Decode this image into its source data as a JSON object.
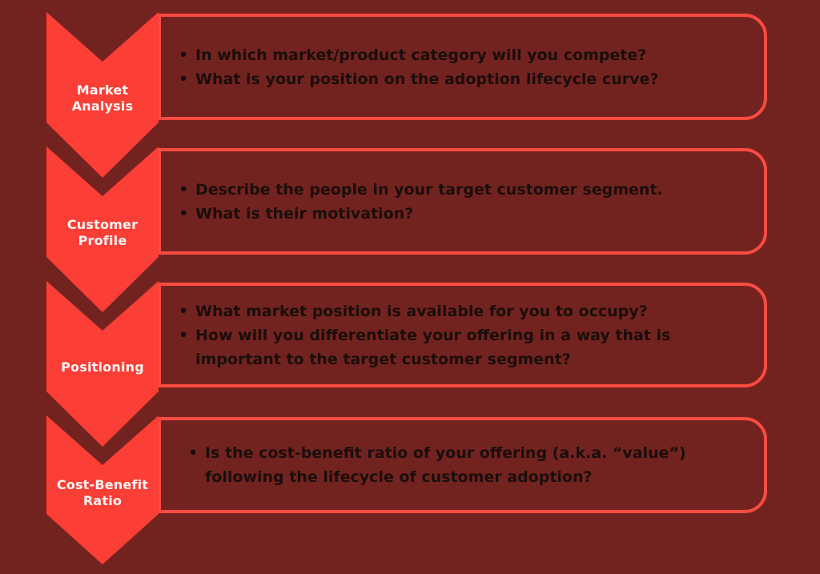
{
  "colors": {
    "background": "#73231F",
    "chevron": "#FB3E36",
    "box_border": "#FB4B41",
    "label_text": "#FFF6F4",
    "bullet_text": "#1A0E0C"
  },
  "bullet_glyph": "•",
  "steps": [
    {
      "label": "Market Analysis",
      "bullets": [
        {
          "lines": [
            "In which market/product category will you compete?"
          ]
        },
        {
          "lines": [
            "What is your position on the adoption lifecycle curve?"
          ]
        }
      ]
    },
    {
      "label": "Customer Profile",
      "bullets": [
        {
          "lines": [
            "Describe the people in your target customer segment."
          ]
        },
        {
          "lines": [
            "What is their motivation?"
          ]
        }
      ]
    },
    {
      "label": "Positioning",
      "bullets": [
        {
          "lines": [
            "What market position is available for you to occupy?"
          ]
        },
        {
          "lines": [
            "How will you differentiate your offering in a way that is",
            "important to the target customer segment?"
          ]
        }
      ]
    },
    {
      "label": "Cost-Benefit Ratio",
      "bullets": [
        {
          "lines": [
            "Is the cost-benefit ratio of your offering (a.k.a. “value”)",
            "following the lifecycle of customer adoption?"
          ]
        }
      ]
    }
  ]
}
